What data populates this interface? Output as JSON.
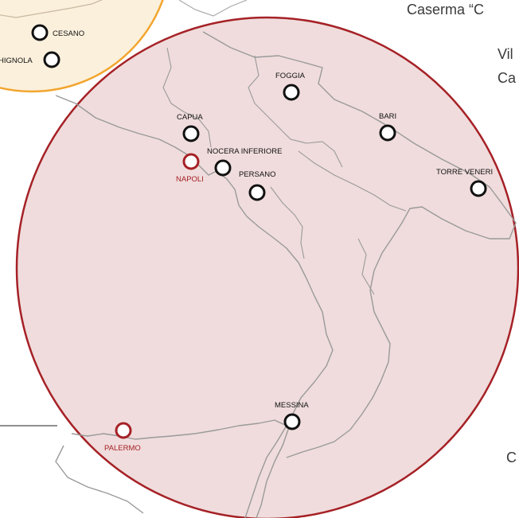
{
  "colors": {
    "region_fill": "#f0dcdc",
    "region_border": "#a52126",
    "inset_fill": "#fbf0dc",
    "inset_border": "#f2a52e",
    "coast": "#9a9a9a",
    "marker_default": "#111111",
    "marker_highlight": "#a52126",
    "label_default": "#111111",
    "label_highlight": "#a52126"
  },
  "side_text": {
    "line1": "Caserma “C",
    "line2": "Vil",
    "line3": "Ca",
    "line4": "C"
  },
  "inset": {
    "cities": [
      {
        "name": "CESANO",
        "label_id": "label-cesano",
        "marker_id": "marker-cesano"
      },
      {
        "name": "HIGNOLA",
        "label_id": "label-hignola",
        "marker_id": "marker-hignola"
      }
    ]
  },
  "cities": [
    {
      "name": "FOGGIA",
      "highlight": false
    },
    {
      "name": "CAPUA",
      "highlight": false
    },
    {
      "name": "BARI",
      "highlight": false
    },
    {
      "name": "NOCERA INFERIORE",
      "highlight": false
    },
    {
      "name": "NAPOLI",
      "highlight": true
    },
    {
      "name": "PERSANO",
      "highlight": false
    },
    {
      "name": "TORRE VENERI",
      "highlight": false
    },
    {
      "name": "MESSINA",
      "highlight": false
    },
    {
      "name": "PALERMO",
      "highlight": true
    }
  ]
}
